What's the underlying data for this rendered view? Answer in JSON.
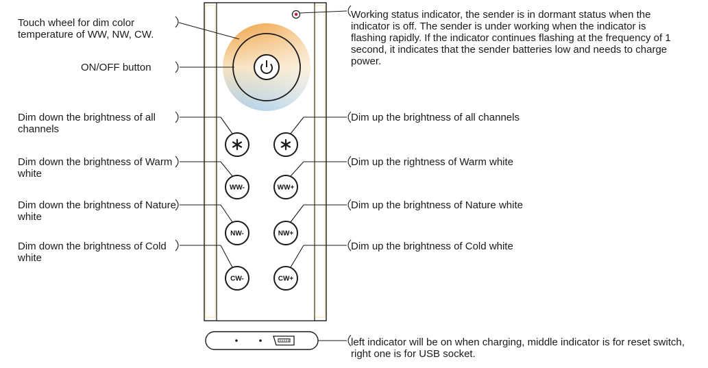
{
  "labels": {
    "touch_wheel": "Touch wheel for dim color temperature of WW, NW, CW.",
    "on_off": "ON/OFF button",
    "dim_down_all": "Dim down the brightness of all channels",
    "dim_down_ww": "Dim down the brightness of Warm white",
    "dim_down_nw": "Dim down the brightness of Nature white",
    "dim_down_cw": "Dim down the brightness of Cold white",
    "status_indicator": "Working status indicator, the sender is in dormant status when the indicator is off. The sender is under working when the indicator is flashing rapidly. If the indicator continues flashing at the frequency of 1 second, it indicates that the sender batteries low and needs to charge power.",
    "dim_up_all": "Dim up the brightness of all channels",
    "dim_up_ww": "Dim up the rightness of Warm white",
    "dim_up_nw": "Dim up the brightness of Nature white",
    "dim_up_cw": "Dim up the brightness of Cold white",
    "bottom_ports": "left indicator will be on when charging, middle indicator is for reset switch, right one is for USB socket."
  },
  "buttons": {
    "ww_minus": "WW-",
    "ww_plus": "WW+",
    "nw_minus": "NW-",
    "nw_plus": "NW+",
    "cw_minus": "CW-",
    "cw_plus": "CW+"
  },
  "icons": {
    "power": "power-icon",
    "brightness": "asterisk-icon",
    "usb": "usb-port-icon",
    "status_led": "led-indicator-icon"
  },
  "colors": {
    "warm": "#f0a040",
    "cold": "#a9cde6",
    "led": "#c8102e",
    "outline": "#1a1a1a",
    "rail": "#f2e6b4"
  }
}
